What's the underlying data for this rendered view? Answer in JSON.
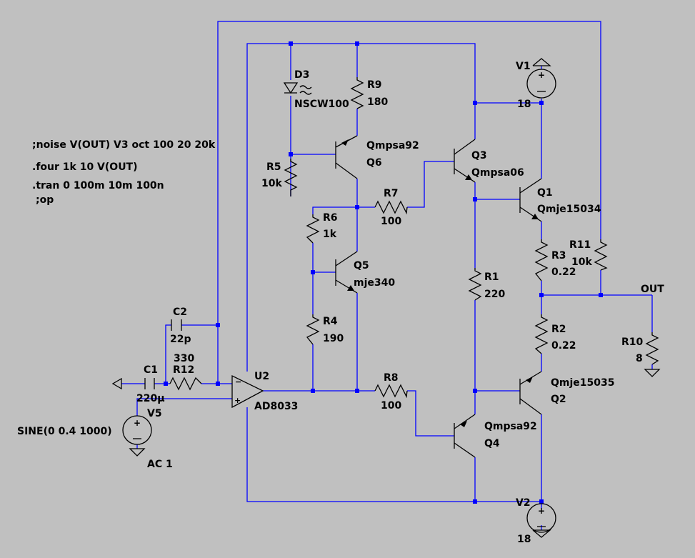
{
  "directives": {
    "noise": ";noise V(OUT) V3 oct 100 20 20k",
    "four": ".four 1k 10 V(OUT)",
    "tran": ".tran 0 100m 10m 100n",
    "op": ";op"
  },
  "components": {
    "D3": {
      "name": "D3",
      "value": "NSCW100"
    },
    "R9": {
      "name": "R9",
      "value": "180"
    },
    "V1": {
      "name": "V1",
      "value": "18"
    },
    "Q6": {
      "name": "Q6",
      "model": "Qmpsa92"
    },
    "Q3": {
      "name": "Q3",
      "model": "Qmpsa06"
    },
    "R5": {
      "name": "R5",
      "value": "10k"
    },
    "Q1": {
      "name": "Q1",
      "model": "Qmje15034"
    },
    "R7": {
      "name": "R7",
      "value": "100"
    },
    "R6": {
      "name": "R6",
      "value": "1k"
    },
    "R11": {
      "name": "R11",
      "value": "10k"
    },
    "R3": {
      "name": "R3",
      "value": "0.22"
    },
    "Q5": {
      "name": "Q5",
      "model": "mje340"
    },
    "R1": {
      "name": "R1",
      "value": "220"
    },
    "OUT": {
      "name": "OUT"
    },
    "C2": {
      "name": "C2",
      "value": "22p"
    },
    "R4": {
      "name": "R4",
      "value": "190"
    },
    "R2": {
      "name": "R2",
      "value": "0.22"
    },
    "R12": {
      "name": "R12",
      "value": "330"
    },
    "R10": {
      "name": "R10",
      "value": "8"
    },
    "C1": {
      "name": "C1",
      "value": "220µ"
    },
    "U2": {
      "name": "U2",
      "model": "AD8033"
    },
    "R8": {
      "name": "R8",
      "value": "100"
    },
    "Q2": {
      "name": "Q2",
      "model": "Qmje15035"
    },
    "V5": {
      "name": "V5",
      "value": "SINE(0 0.4 1000)",
      "ac": "AC 1"
    },
    "Q4": {
      "name": "Q4",
      "model": "Qmpsa92"
    },
    "V2": {
      "name": "V2",
      "value": "18"
    }
  }
}
